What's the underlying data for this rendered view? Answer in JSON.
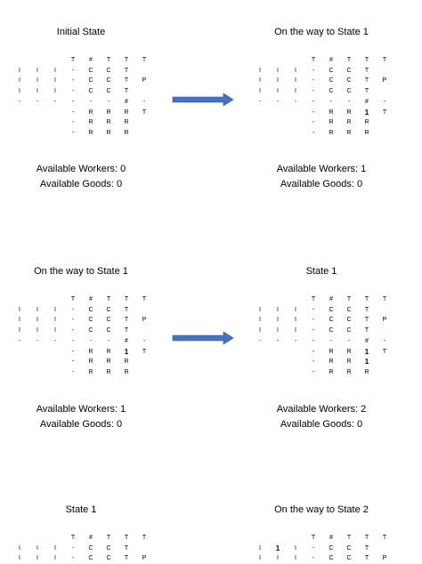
{
  "arrow_color": "#4472C4",
  "panels": [
    {
      "title": "Initial State",
      "workers": "Available Workers: 0",
      "goods": "Available Goods: 0",
      "rows": [
        [
          "",
          "",
          "",
          "T",
          "#",
          "T",
          "T",
          "T",
          ""
        ],
        [
          "I",
          "I",
          "I",
          "-",
          "C",
          "C",
          "T",
          "",
          ""
        ],
        [
          "I",
          "I",
          "I",
          "-",
          "C",
          "C",
          "T",
          "P",
          ""
        ],
        [
          "I",
          "I",
          "I",
          "-",
          "C",
          "C",
          "T",
          "",
          ""
        ],
        [
          "-",
          "-",
          "-",
          "-",
          "-",
          "-",
          "#",
          "-",
          ""
        ],
        [
          "",
          "",
          "",
          "-",
          "R",
          "R",
          "R",
          "T",
          ""
        ],
        [
          "",
          "",
          "",
          "-",
          "R",
          "R",
          "R",
          "",
          ""
        ],
        [
          "",
          "",
          "",
          "-",
          "R",
          "R",
          "R",
          "",
          ""
        ]
      ]
    },
    {
      "title": "On the way to State 1",
      "workers": "Available Workers: 1",
      "goods": "Available Goods: 0",
      "rows": [
        [
          "",
          "",
          "",
          "T",
          "#",
          "T",
          "T",
          "T",
          ""
        ],
        [
          "I",
          "I",
          "I",
          "-",
          "C",
          "C",
          "T",
          "",
          ""
        ],
        [
          "I",
          "I",
          "I",
          "-",
          "C",
          "C",
          "T",
          "P",
          ""
        ],
        [
          "I",
          "I",
          "I",
          "-",
          "C",
          "C",
          "T",
          "",
          ""
        ],
        [
          "-",
          "-",
          "-",
          "-",
          "-",
          "-",
          "#",
          "-",
          ""
        ],
        [
          "",
          "",
          "",
          "-",
          "R",
          "R",
          "1",
          "T",
          ""
        ],
        [
          "",
          "",
          "",
          "-",
          "R",
          "R",
          "R",
          "",
          ""
        ],
        [
          "",
          "",
          "",
          "-",
          "R",
          "R",
          "R",
          "",
          ""
        ]
      ]
    },
    {
      "title": "On the way to State 1",
      "workers": "Available Workers: 1",
      "goods": "Available Goods: 0",
      "rows": [
        [
          "",
          "",
          "",
          "T",
          "#",
          "T",
          "T",
          "T",
          ""
        ],
        [
          "I",
          "I",
          "I",
          "-",
          "C",
          "C",
          "T",
          "",
          ""
        ],
        [
          "I",
          "I",
          "I",
          "-",
          "C",
          "C",
          "T",
          "P",
          ""
        ],
        [
          "I",
          "I",
          "I",
          "-",
          "C",
          "C",
          "T",
          "",
          ""
        ],
        [
          "-",
          "-",
          "-",
          "-",
          "-",
          "-",
          "#",
          "-",
          ""
        ],
        [
          "",
          "",
          "",
          "-",
          "R",
          "R",
          "1",
          "T",
          ""
        ],
        [
          "",
          "",
          "",
          "-",
          "R",
          "R",
          "R",
          "",
          ""
        ],
        [
          "",
          "",
          "",
          "-",
          "R",
          "R",
          "R",
          "",
          ""
        ]
      ]
    },
    {
      "title": "State 1",
      "workers": "Available Workers: 2",
      "goods": "Available Goods: 0",
      "rows": [
        [
          "",
          "",
          "",
          "T",
          "#",
          "T",
          "T",
          "T",
          ""
        ],
        [
          "I",
          "I",
          "I",
          "-",
          "C",
          "C",
          "T",
          "",
          ""
        ],
        [
          "I",
          "I",
          "I",
          "-",
          "C",
          "C",
          "T",
          "P",
          ""
        ],
        [
          "I",
          "I",
          "I",
          "-",
          "C",
          "C",
          "T",
          "",
          ""
        ],
        [
          "-",
          "-",
          "-",
          "-",
          "-",
          "-",
          "#",
          "-",
          ""
        ],
        [
          "",
          "",
          "",
          "-",
          "R",
          "R",
          "1",
          "T",
          ""
        ],
        [
          "",
          "",
          "",
          "-",
          "R",
          "R",
          "1",
          "",
          ""
        ],
        [
          "",
          "",
          "",
          "-",
          "R",
          "R",
          "R",
          "",
          ""
        ]
      ]
    },
    {
      "title": "State 1",
      "workers": "",
      "goods": "",
      "rows": [
        [
          "",
          "",
          "",
          "T",
          "#",
          "T",
          "T",
          "T",
          ""
        ],
        [
          "I",
          "I",
          "I",
          "-",
          "C",
          "C",
          "T",
          "",
          ""
        ],
        [
          "I",
          "I",
          "I",
          "-",
          "C",
          "C",
          "T",
          "P",
          ""
        ]
      ]
    },
    {
      "title": "On the way to State 2",
      "workers": "",
      "goods": "",
      "rows": [
        [
          "",
          "",
          "",
          "T",
          "#",
          "T",
          "T",
          "T",
          ""
        ],
        [
          "I",
          "1",
          "I",
          "-",
          "C",
          "C",
          "T",
          "",
          ""
        ],
        [
          "I",
          "I",
          "I",
          "-",
          "C",
          "C",
          "T",
          "P",
          ""
        ]
      ]
    }
  ]
}
